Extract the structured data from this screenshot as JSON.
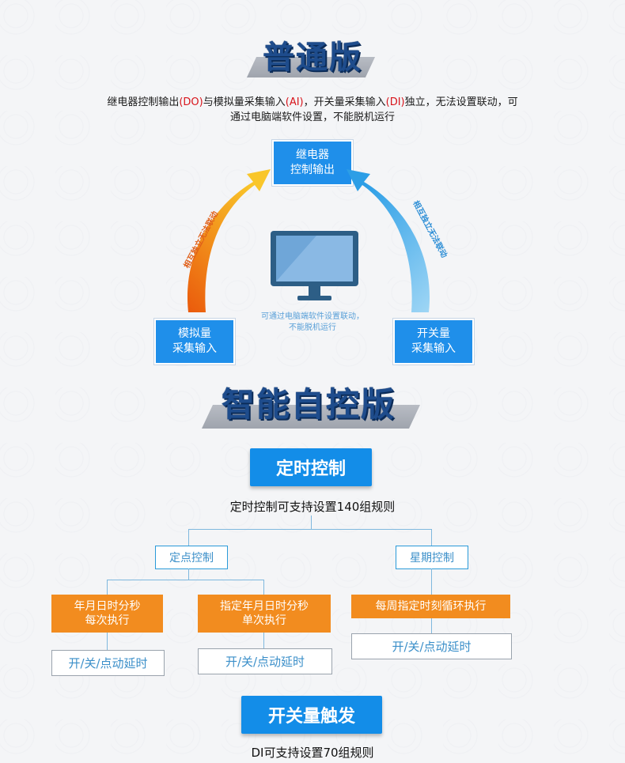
{
  "section1": {
    "title": "普通版",
    "desc_parts": [
      "继电器控制输出",
      "(DO)",
      "与模拟量采集输入",
      "(AI)",
      "，开关量采集输入",
      "(DI)",
      "独立，无法设置联动，可"
    ],
    "desc_line2": "通过电脑端软件设置，不能脱机运行",
    "relay_box": [
      "继电器",
      "控制输出"
    ],
    "analog_box": [
      "模拟量",
      "采集输入"
    ],
    "switch_box": [
      "开关量",
      "采集输入"
    ],
    "left_arrow_label": "相互独立无法联动",
    "right_arrow_label": "相互独立无法联动",
    "center_note": [
      "可通过电脑端软件设置联动，",
      "不能脱机运行"
    ],
    "colors": {
      "accent": "#1f8fea",
      "red": "#d8141b",
      "left_arrow": "#f08a12",
      "right_arrow": "#4fb3ea"
    }
  },
  "section2": {
    "title": "智能自控版",
    "timer": {
      "title": "定时控制",
      "subtitle": "定时控制可支持设置140组规则",
      "point_control": "定点控制",
      "week_control": "星期控制",
      "every_time": [
        "年月日时分秒",
        "每次执行"
      ],
      "single_time": [
        "指定年月日时分秒",
        "单次执行"
      ],
      "weekly": "每周指定时刻循环执行",
      "action1": "开/关/点动延时",
      "action2": "开/关/点动延时",
      "action3": "开/关/点动延时"
    },
    "switch_trigger": {
      "title": "开关量触发",
      "subtitle": "DI可支持设置70组规则"
    }
  }
}
